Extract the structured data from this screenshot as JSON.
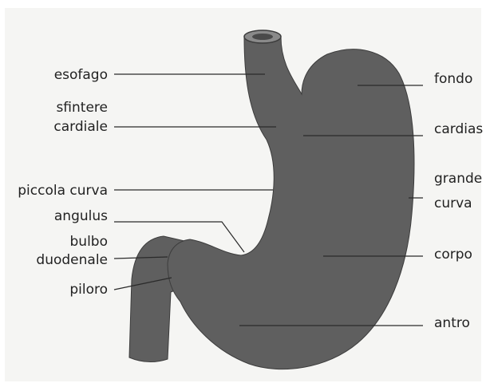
{
  "colors": {
    "background": "#f5f5f3",
    "organ_fill": "#5f5f5f",
    "organ_edge": "#3c3c3c",
    "lumen": "#8a8a8a",
    "text": "#222222",
    "leader": "#2a2a2a"
  },
  "labels": {
    "left": {
      "esofago": "esofago",
      "sfintere_line1": "sfintere",
      "sfintere_line2": "cardiale",
      "piccola_curva": "piccola curva",
      "angulus": "angulus",
      "bulbo_line1": "bulbo",
      "bulbo_line2": "duodenale",
      "piloro": "piloro"
    },
    "right": {
      "fondo": "fondo",
      "cardias": "cardias",
      "grande_line1": "grande",
      "grande_line2": "curva",
      "corpo": "corpo",
      "antro": "antro"
    }
  }
}
